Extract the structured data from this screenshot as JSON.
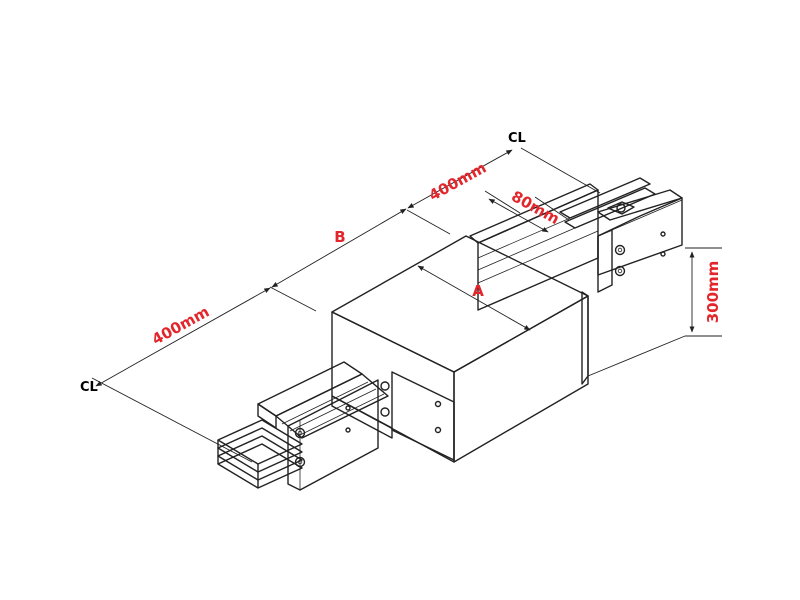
{
  "labels": {
    "cl_top": "CL",
    "cl_left": "CL",
    "dim_top_400": "400mm",
    "dim_80": "80mm",
    "dim_b": "B",
    "dim_a": "A",
    "dim_left_400": "400mm",
    "dim_height": "300mm"
  },
  "colors": {
    "dimension_text": "#e3262b",
    "line": "#222222",
    "fill_light": "#e6e6e6",
    "fill_mid": "#d6d6d6",
    "fill_dark": "#c4c4c4"
  }
}
